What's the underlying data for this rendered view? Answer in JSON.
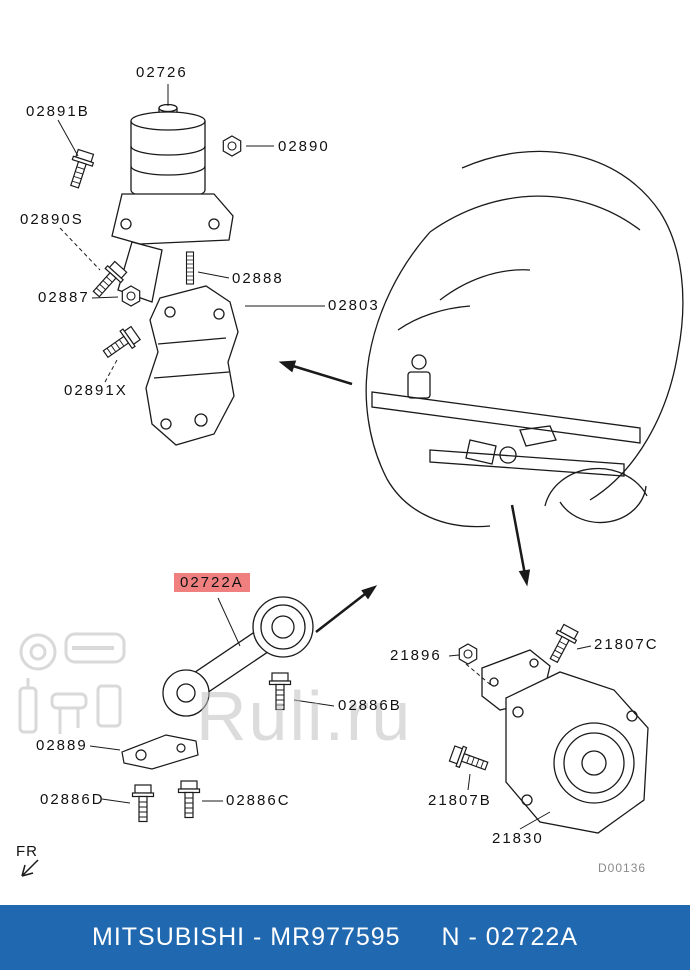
{
  "watermark": {
    "text": "Ruli.ru"
  },
  "diagram": {
    "code": "D00136",
    "fr_label": "FR",
    "highlighted_part": "02722A",
    "highlight_color": "#f08080"
  },
  "labels": {
    "02726": {
      "text": "02726"
    },
    "02891B": {
      "text": "02891B"
    },
    "02890": {
      "text": "02890"
    },
    "02890S": {
      "text": "02890S"
    },
    "02887": {
      "text": "02887"
    },
    "02888": {
      "text": "02888"
    },
    "02803": {
      "text": "02803"
    },
    "02891X": {
      "text": "02891X"
    },
    "02722A": {
      "text": "02722A"
    },
    "21896": {
      "text": "21896"
    },
    "21807C": {
      "text": "21807C"
    },
    "02886B": {
      "text": "02886B"
    },
    "02889": {
      "text": "02889"
    },
    "02886D": {
      "text": "02886D"
    },
    "02886C": {
      "text": "02886C"
    },
    "21807B": {
      "text": "21807B"
    },
    "21830": {
      "text": "21830"
    }
  },
  "footer": {
    "left": "MITSUBISHI - MR977595",
    "right": "N - 02722A",
    "bg_color": "#2068b0",
    "text_color": "#ffffff"
  }
}
